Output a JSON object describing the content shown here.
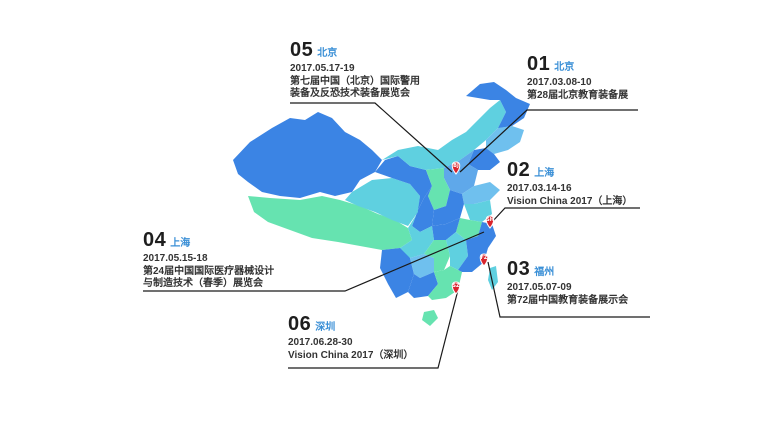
{
  "colors": {
    "deep_blue": "#3b84e4",
    "mid_blue": "#5fa8ea",
    "light_blue": "#6fc0ee",
    "aqua": "#5fd0e0",
    "mint": "#66e3b0",
    "pin_red": "#d8242d",
    "accent_city": "#3a8fd6",
    "line": "#1a1a1a"
  },
  "events": [
    {
      "number": "05",
      "city": "北京",
      "date": "2017.05.17-19",
      "title_lines": [
        "第七届中国（北京）国际警用",
        "装备及反恐技术装备展览会"
      ]
    },
    {
      "number": "01",
      "city": "北京",
      "date": "2017.03.08-10",
      "title_lines": [
        "第28届北京教育装备展"
      ]
    },
    {
      "number": "02",
      "city": "上海",
      "date": "2017.03.14-16",
      "title_lines": [
        "Vision China 2017（上海）"
      ]
    },
    {
      "number": "04",
      "city": "上海",
      "date": "2017.05.15-18",
      "title_lines": [
        "第24届中国国际医疗器械设计",
        "与制造技术（春季）展览会"
      ]
    },
    {
      "number": "03",
      "city": "福州",
      "date": "2017.05.07-09",
      "title_lines": [
        "第72届中国教育装备展示会"
      ]
    },
    {
      "number": "06",
      "city": "深圳",
      "date": "2017.06.28-30",
      "title_lines": [
        "Vision China 2017（深圳）"
      ]
    }
  ],
  "pins": [
    {
      "code": "BJ",
      "icon": "map-pin-icon"
    },
    {
      "code": "SH",
      "icon": "map-pin-icon"
    },
    {
      "code": "FZ",
      "icon": "map-pin-icon"
    },
    {
      "code": "SZ",
      "icon": "map-pin-icon"
    }
  ]
}
